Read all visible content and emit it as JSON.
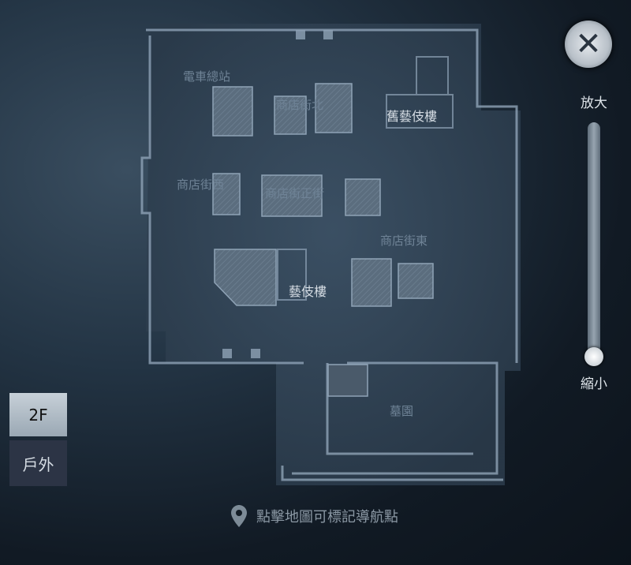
{
  "map": {
    "areas": [
      {
        "id": "tram",
        "label": "電車總站"
      },
      {
        "id": "shop-n",
        "label": "商店街北"
      },
      {
        "id": "old-geisha",
        "label": "舊藝伎樓"
      },
      {
        "id": "shop-w",
        "label": "商店街西"
      },
      {
        "id": "shop-main",
        "label": "商店街正街"
      },
      {
        "id": "shop-e",
        "label": "商店街東"
      },
      {
        "id": "geisha",
        "label": "藝伎樓"
      },
      {
        "id": "cemetery",
        "label": "墓園"
      }
    ]
  },
  "zoom": {
    "in_label": "放大",
    "out_label": "縮小",
    "level": 0.0
  },
  "floors": [
    {
      "label": "2F",
      "selected": true
    },
    {
      "label": "戶外",
      "selected": false
    }
  ],
  "hint": "點擊地圖可標記導航點",
  "close_icon": "close-icon",
  "colors": {
    "accent": "#c7d0d8",
    "map_line": "#8fa3b6"
  }
}
